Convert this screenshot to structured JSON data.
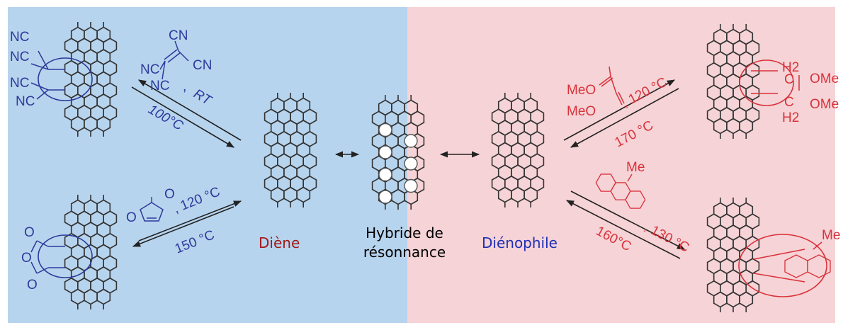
{
  "colors": {
    "diene_panel": "#b7d4ee",
    "dienophile_panel": "#f6d3d6",
    "diene_reaction": "#2c3a9c",
    "dienophile_reaction": "#d8323a",
    "diene_label": "#a01a1a",
    "dienophile_label": "#1f2fb5",
    "lattice": "#333333"
  },
  "labels": {
    "diene": "Diène",
    "hybrid_line1": "Hybride de",
    "hybrid_line2": "résonnance",
    "dienophile": "Diénophile"
  },
  "reactions": {
    "tcne": {
      "reagent_groups": [
        "CN",
        "CN",
        "NC",
        "NC"
      ],
      "forward": "RT",
      "reverse": "100°C",
      "adduct_groups": [
        "NC",
        "NC",
        "NC",
        "NC"
      ]
    },
    "maleic": {
      "reagent_groups": [
        "O",
        "O"
      ],
      "forward": ", 120 °C",
      "reverse": "150 °C",
      "adduct_groups": [
        "O",
        "O",
        "O"
      ]
    },
    "dimethoxybutadiene": {
      "reagent_groups": [
        "MeO",
        "MeO"
      ],
      "forward": ", 120 °C",
      "reverse": "170 °C",
      "adduct_groups": [
        "H2",
        "H2",
        "C",
        "C",
        "OMe",
        "OMe"
      ]
    },
    "methylanthracene": {
      "reagent_groups": [
        "Me"
      ],
      "forward": ", 130 °C",
      "reverse": "160°C",
      "adduct_groups": [
        "Me"
      ]
    }
  }
}
